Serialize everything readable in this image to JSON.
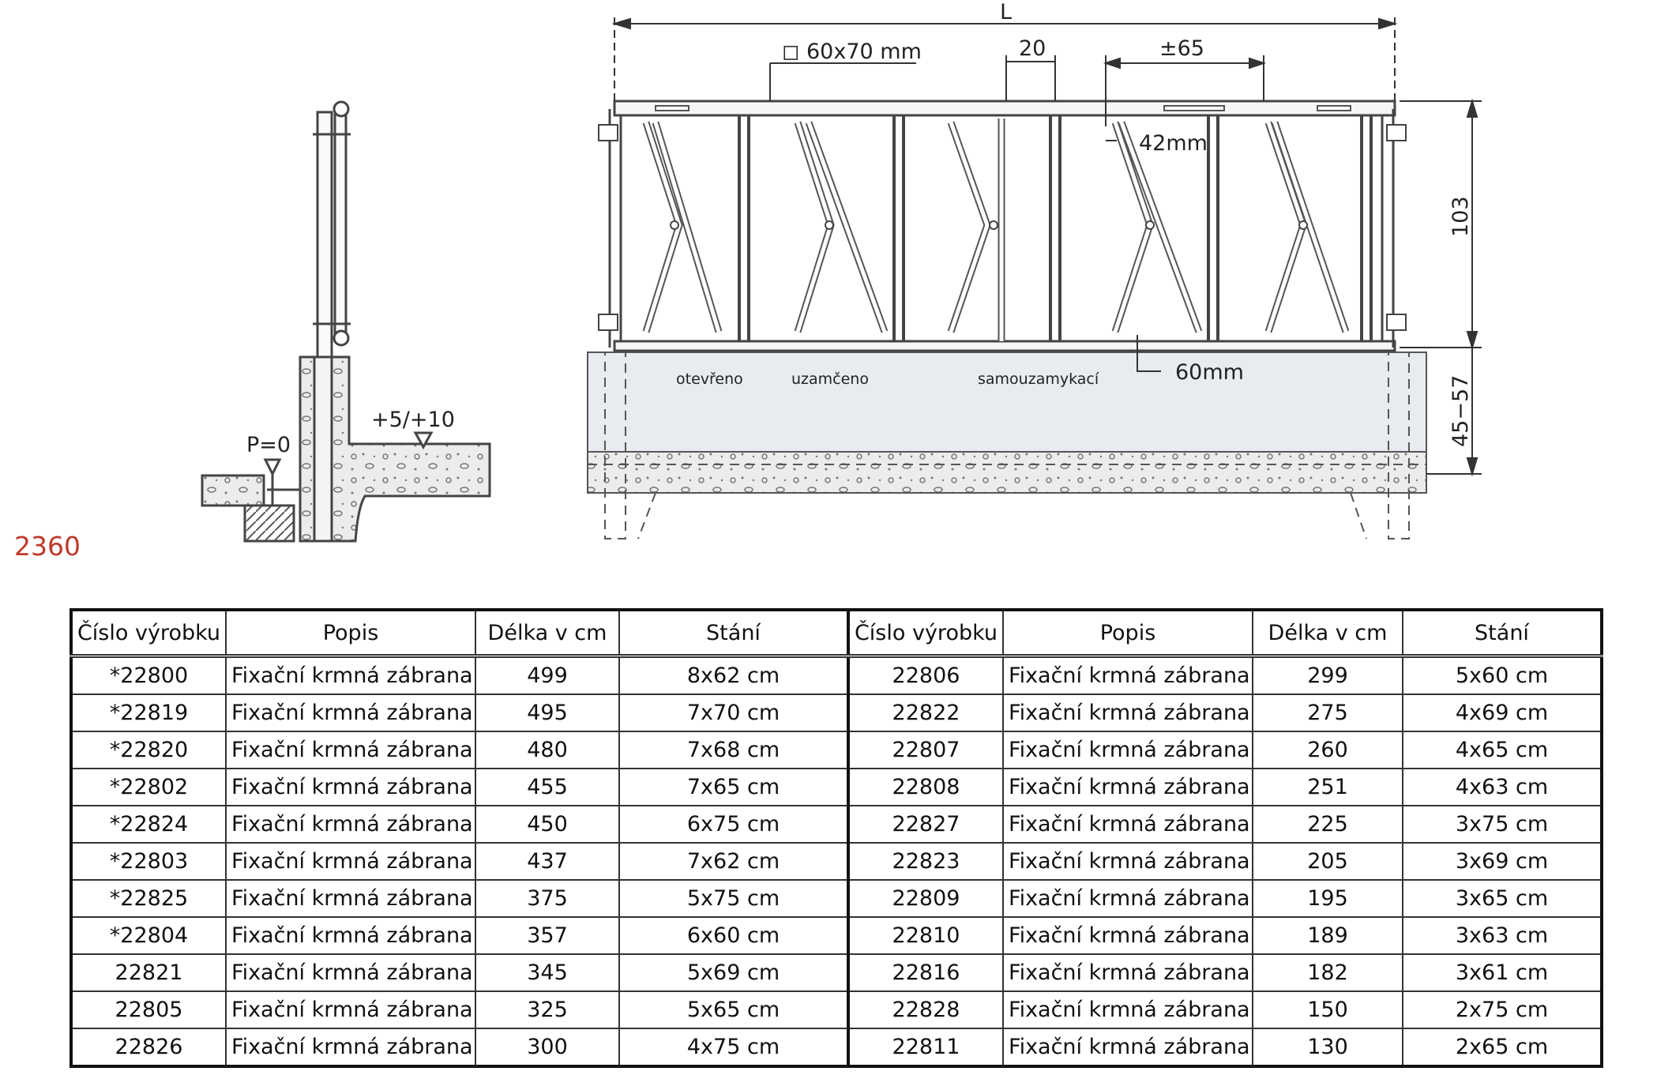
{
  "drawing": {
    "dim_length": "L",
    "dim_tube": "◻ 60x70  mm",
    "dim_gap": "20",
    "dim_adjust": "±65",
    "dim_rod": "42mm",
    "dim_height": "103",
    "dim_bottom": "60mm",
    "dim_base": "45−57",
    "label_open": "otevřeno",
    "label_locked": "uzamčeno",
    "label_selflock": "samouzamykací",
    "level_zero": "P=0",
    "level_offset": "+5/+10"
  },
  "page_code": "2360",
  "table": {
    "headers": [
      "Číslo výrobku",
      "Popis",
      "Délka  v cm",
      "Stání",
      "Číslo výrobku",
      "Popis",
      "Délka  v cm",
      "Stání"
    ],
    "rows": [
      [
        "*22800",
        "Fixační krmná zábrana",
        "499",
        "8x62 cm",
        "22806",
        "Fixační krmná zábrana",
        "299",
        "5x60 cm"
      ],
      [
        "*22819",
        "Fixační krmná zábrana",
        "495",
        "7x70 cm",
        "22822",
        "Fixační krmná zábrana",
        "275",
        "4x69 cm"
      ],
      [
        "*22820",
        "Fixační krmná zábrana",
        "480",
        "7x68 cm",
        "22807",
        "Fixační krmná zábrana",
        "260",
        "4x65 cm"
      ],
      [
        "*22802",
        "Fixační krmná zábrana",
        "455",
        "7x65 cm",
        "22808",
        "Fixační krmná zábrana",
        "251",
        "4x63 cm"
      ],
      [
        "*22824",
        "Fixační krmná zábrana",
        "450",
        "6x75 cm",
        "22827",
        "Fixační krmná zábrana",
        "225",
        "3x75 cm"
      ],
      [
        "*22803",
        "Fixační krmná zábrana",
        "437",
        "7x62 cm",
        "22823",
        "Fixační krmná zábrana",
        "205",
        "3x69 cm"
      ],
      [
        "*22825",
        "Fixační krmná zábrana",
        "375",
        "5x75 cm",
        "22809",
        "Fixační krmná zábrana",
        "195",
        "3x65 cm"
      ],
      [
        "*22804",
        "Fixační krmná zábrana",
        "357",
        "6x60 cm",
        "22810",
        "Fixační krmná zábrana",
        "189",
        "3x63 cm"
      ],
      [
        "22821",
        "Fixační krmná zábrana",
        "345",
        "5x69 cm",
        "22816",
        "Fixační krmná zábrana",
        "182",
        "3x61 cm"
      ],
      [
        "22805",
        "Fixační krmná zábrana",
        "325",
        "5x65 cm",
        "22828",
        "Fixační krmná zábrana",
        "150",
        "2x75 cm"
      ],
      [
        "22826",
        "Fixační krmná zábrana",
        "300",
        "4x75 cm",
        "22811",
        "Fixační krmná zábrana",
        "130",
        "2x65 cm"
      ]
    ]
  }
}
